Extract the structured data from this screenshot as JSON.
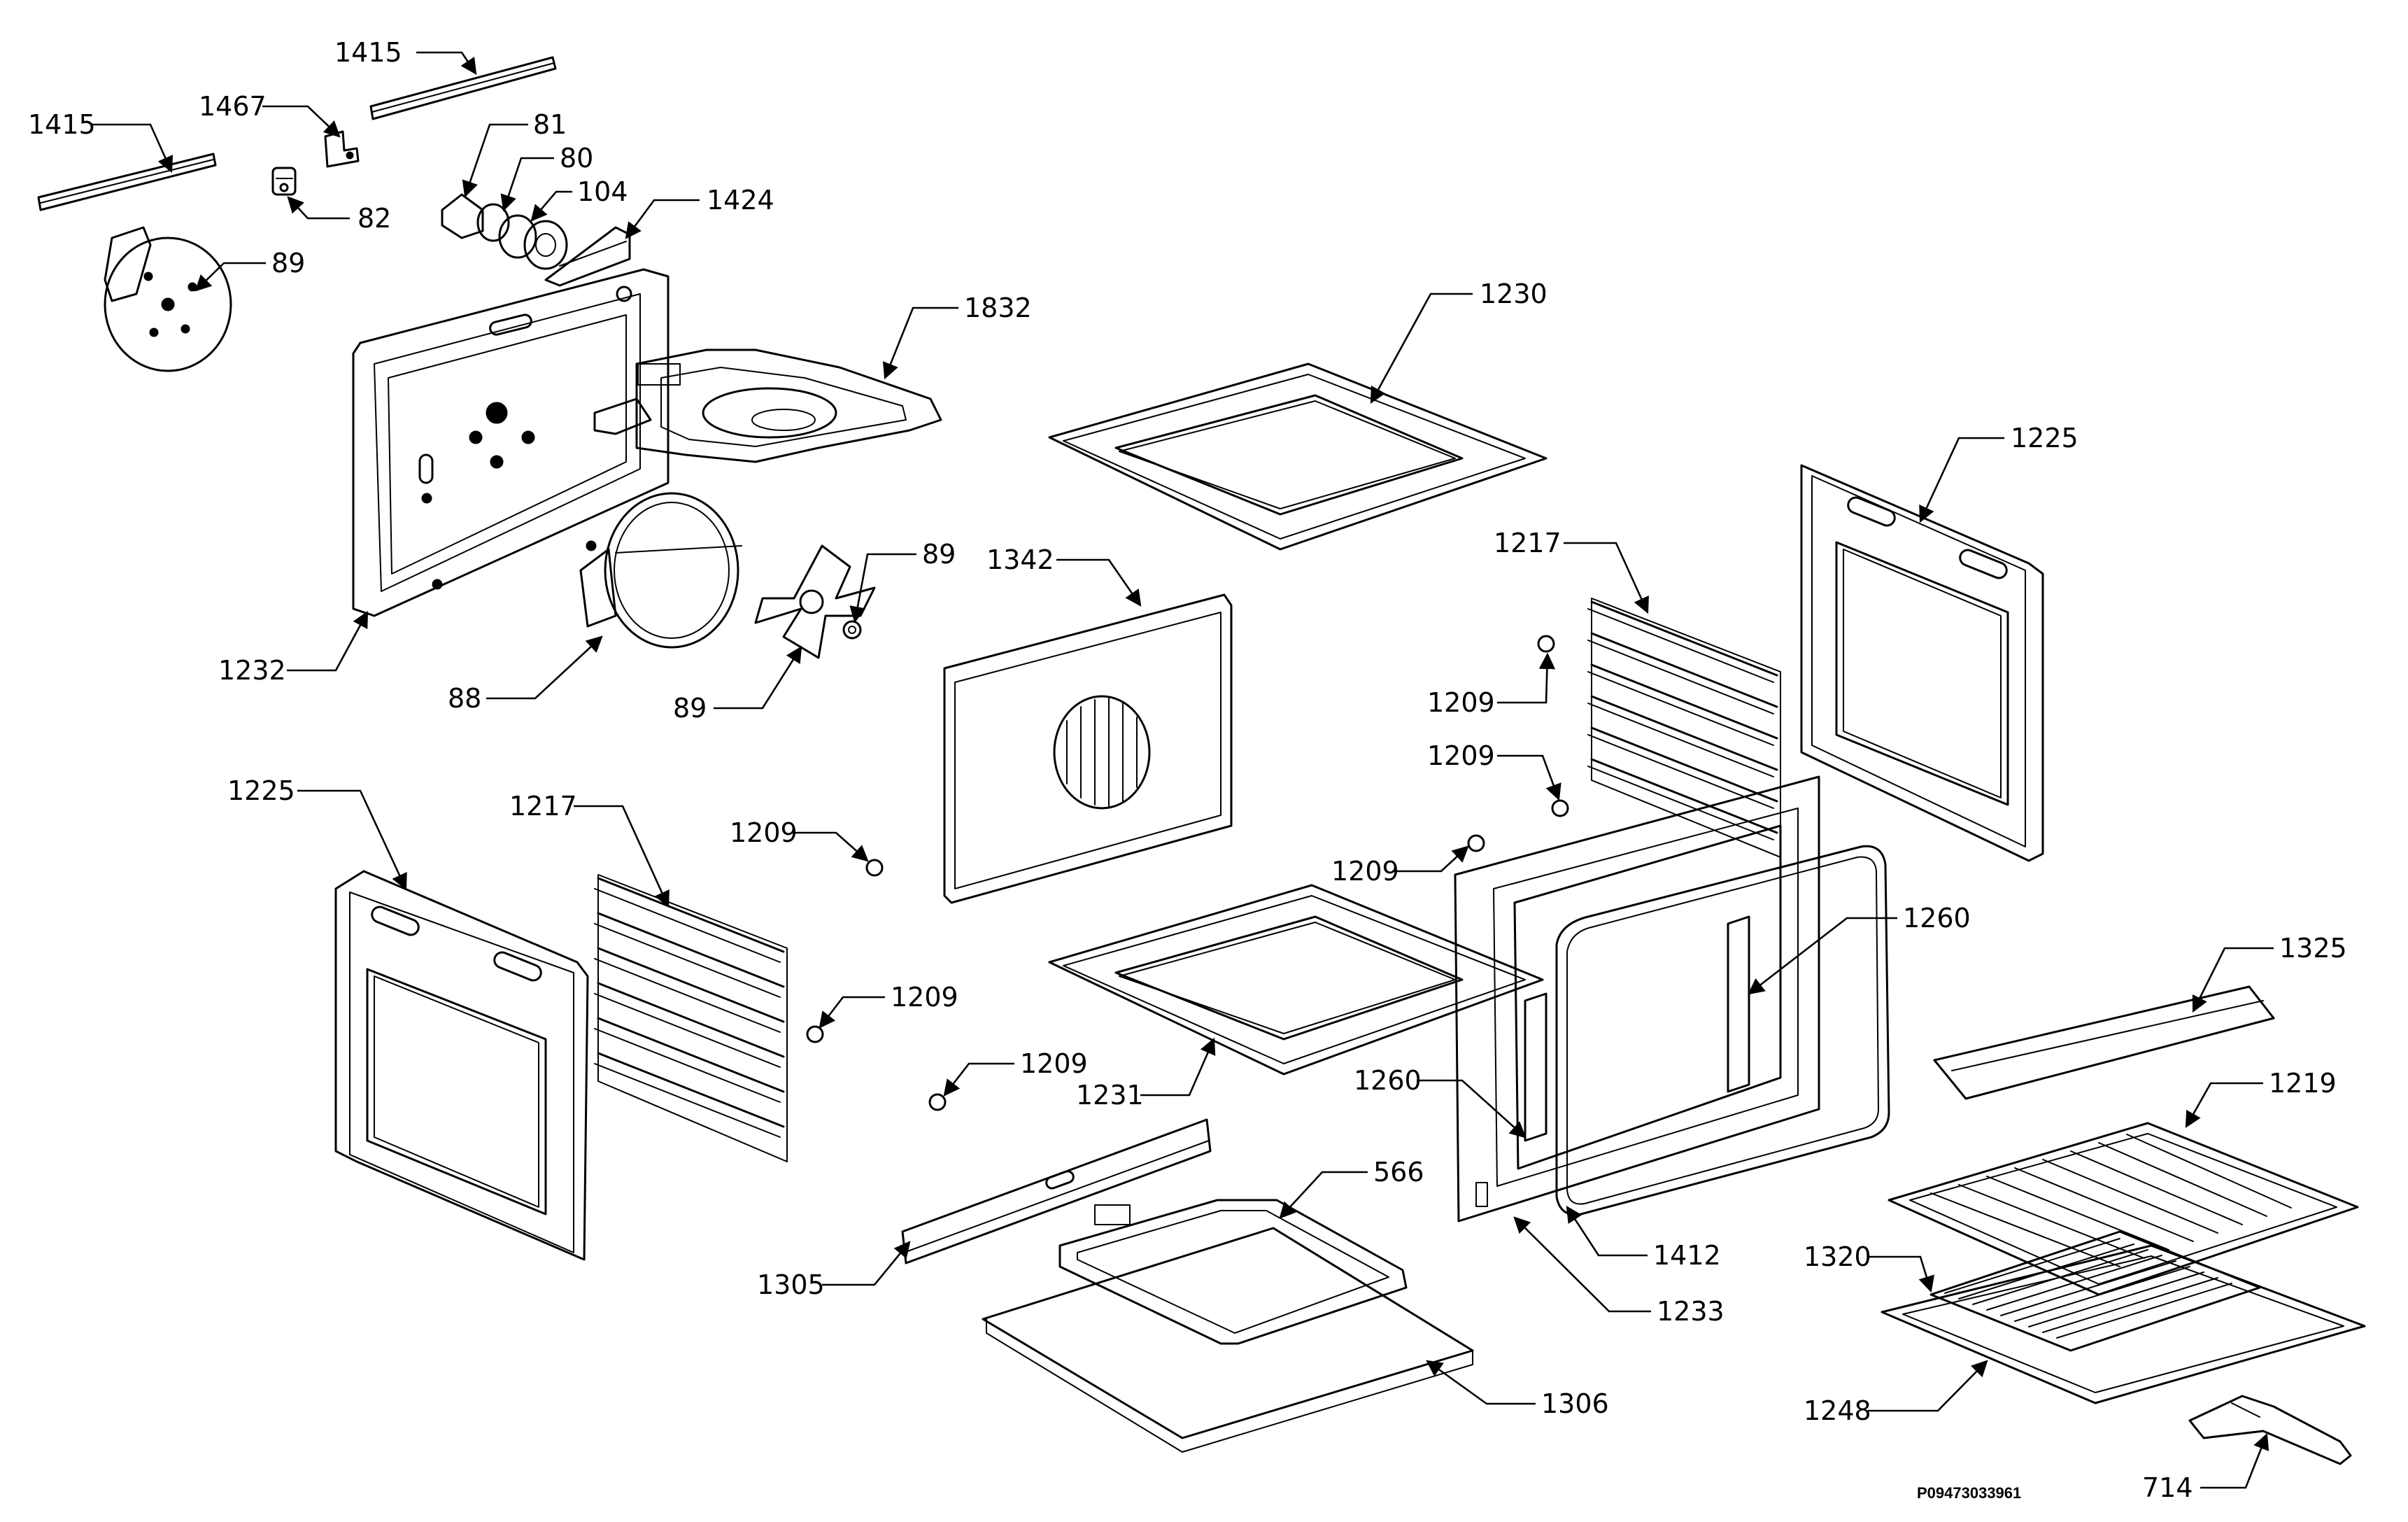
{
  "drawing_number": "P09473033961",
  "callouts": [
    {
      "id": "c-1415-a",
      "label": "1415",
      "part": "rail-strip"
    },
    {
      "id": "c-1415-b",
      "label": "1415",
      "part": "rail-strip"
    },
    {
      "id": "c-1467",
      "label": "1467",
      "part": "small-bracket"
    },
    {
      "id": "c-82",
      "label": "82",
      "part": "thermostat-switch"
    },
    {
      "id": "c-81",
      "label": "81",
      "part": "lamp-holder"
    },
    {
      "id": "c-80",
      "label": "80",
      "part": "lamp-bulb"
    },
    {
      "id": "c-104",
      "label": "104",
      "part": "lamp-cover"
    },
    {
      "id": "c-1424",
      "label": "1424",
      "part": "cover-bracket"
    },
    {
      "id": "c-89-a",
      "label": "89",
      "part": "fan-motor"
    },
    {
      "id": "c-1832",
      "label": "1832",
      "part": "grill-element"
    },
    {
      "id": "c-1230",
      "label": "1230",
      "part": "top-panel"
    },
    {
      "id": "c-1225-a",
      "label": "1225",
      "part": "side-panel-right"
    },
    {
      "id": "c-1342",
      "label": "1342",
      "part": "fan-cover-panel"
    },
    {
      "id": "c-89-b",
      "label": "89",
      "part": "fan-nut"
    },
    {
      "id": "c-1217-a",
      "label": "1217",
      "part": "shelf-runner-right"
    },
    {
      "id": "c-1232",
      "label": "1232",
      "part": "back-panel"
    },
    {
      "id": "c-88",
      "label": "88",
      "part": "ring-element"
    },
    {
      "id": "c-89-c",
      "label": "89",
      "part": "fan-blade"
    },
    {
      "id": "c-1209-a",
      "label": "1209",
      "part": "screw"
    },
    {
      "id": "c-1209-b",
      "label": "1209",
      "part": "screw"
    },
    {
      "id": "c-1225-b",
      "label": "1225",
      "part": "side-panel-left"
    },
    {
      "id": "c-1217-b",
      "label": "1217",
      "part": "shelf-runner-left"
    },
    {
      "id": "c-1209-c",
      "label": "1209",
      "part": "screw"
    },
    {
      "id": "c-1209-d",
      "label": "1209",
      "part": "screw"
    },
    {
      "id": "c-1260-a",
      "label": "1260",
      "part": "hinge-block"
    },
    {
      "id": "c-1325",
      "label": "1325",
      "part": "front-strip"
    },
    {
      "id": "c-1209-e",
      "label": "1209",
      "part": "screw"
    },
    {
      "id": "c-1209-f",
      "label": "1209",
      "part": "screw"
    },
    {
      "id": "c-1231",
      "label": "1231",
      "part": "bottom-panel"
    },
    {
      "id": "c-1260-b",
      "label": "1260",
      "part": "hinge-block"
    },
    {
      "id": "c-1219",
      "label": "1219",
      "part": "wire-shelf"
    },
    {
      "id": "c-566",
      "label": "566",
      "part": "bottom-element"
    },
    {
      "id": "c-1305",
      "label": "1305",
      "part": "rear-strip"
    },
    {
      "id": "c-1320",
      "label": "1320",
      "part": "grill-rack"
    },
    {
      "id": "c-1412",
      "label": "1412",
      "part": "door-seal"
    },
    {
      "id": "c-1233",
      "label": "1233",
      "part": "front-frame"
    },
    {
      "id": "c-1306",
      "label": "1306",
      "part": "base-plate"
    },
    {
      "id": "c-1248",
      "label": "1248",
      "part": "baking-tray"
    },
    {
      "id": "c-714",
      "label": "714",
      "part": "tray-handle"
    }
  ]
}
